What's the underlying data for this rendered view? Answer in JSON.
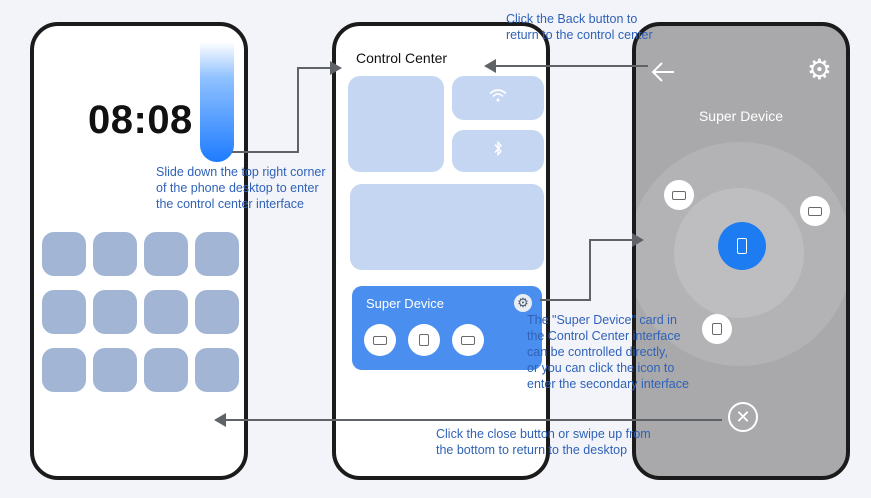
{
  "phone1": {
    "clock": "08:08",
    "app_count": 12
  },
  "phone2": {
    "title": "Control Center",
    "wifi_icon": "wifi-icon",
    "bluetooth_icon": "bluetooth-icon",
    "super_device_card": {
      "title": "Super Device",
      "settings_icon": "gear-icon",
      "devices": [
        "laptop-icon",
        "printer-icon",
        "laptop-icon"
      ]
    }
  },
  "phone3": {
    "back_icon": "back-arrow-icon",
    "settings_icon": "gear-icon",
    "title": "Super Device",
    "center_device": "phone-icon",
    "close_icon": "close-icon"
  },
  "annotations": {
    "slide_down": [
      "Slide down the top right corner",
      "of the phone desktop to enter",
      "the control center interface"
    ],
    "back_button": [
      "Click the Back button to",
      "return to the control center"
    ],
    "super_device_card": [
      "The \"Super Device\" card in",
      "the Control Center interface",
      "can be controlled directly,",
      "or you can click the icon to",
      "enter the secondary interface"
    ],
    "close_button": [
      "Click the close button or swipe up from",
      "the bottom to return to the desktop"
    ]
  },
  "colors": {
    "accent": "#1d7cf2",
    "annotation_text": "#2f62b8",
    "tile": "#c5d6f2",
    "card": "#4a8ff0",
    "app_icon": "#a2b5d4",
    "arrow": "#5f6368"
  }
}
